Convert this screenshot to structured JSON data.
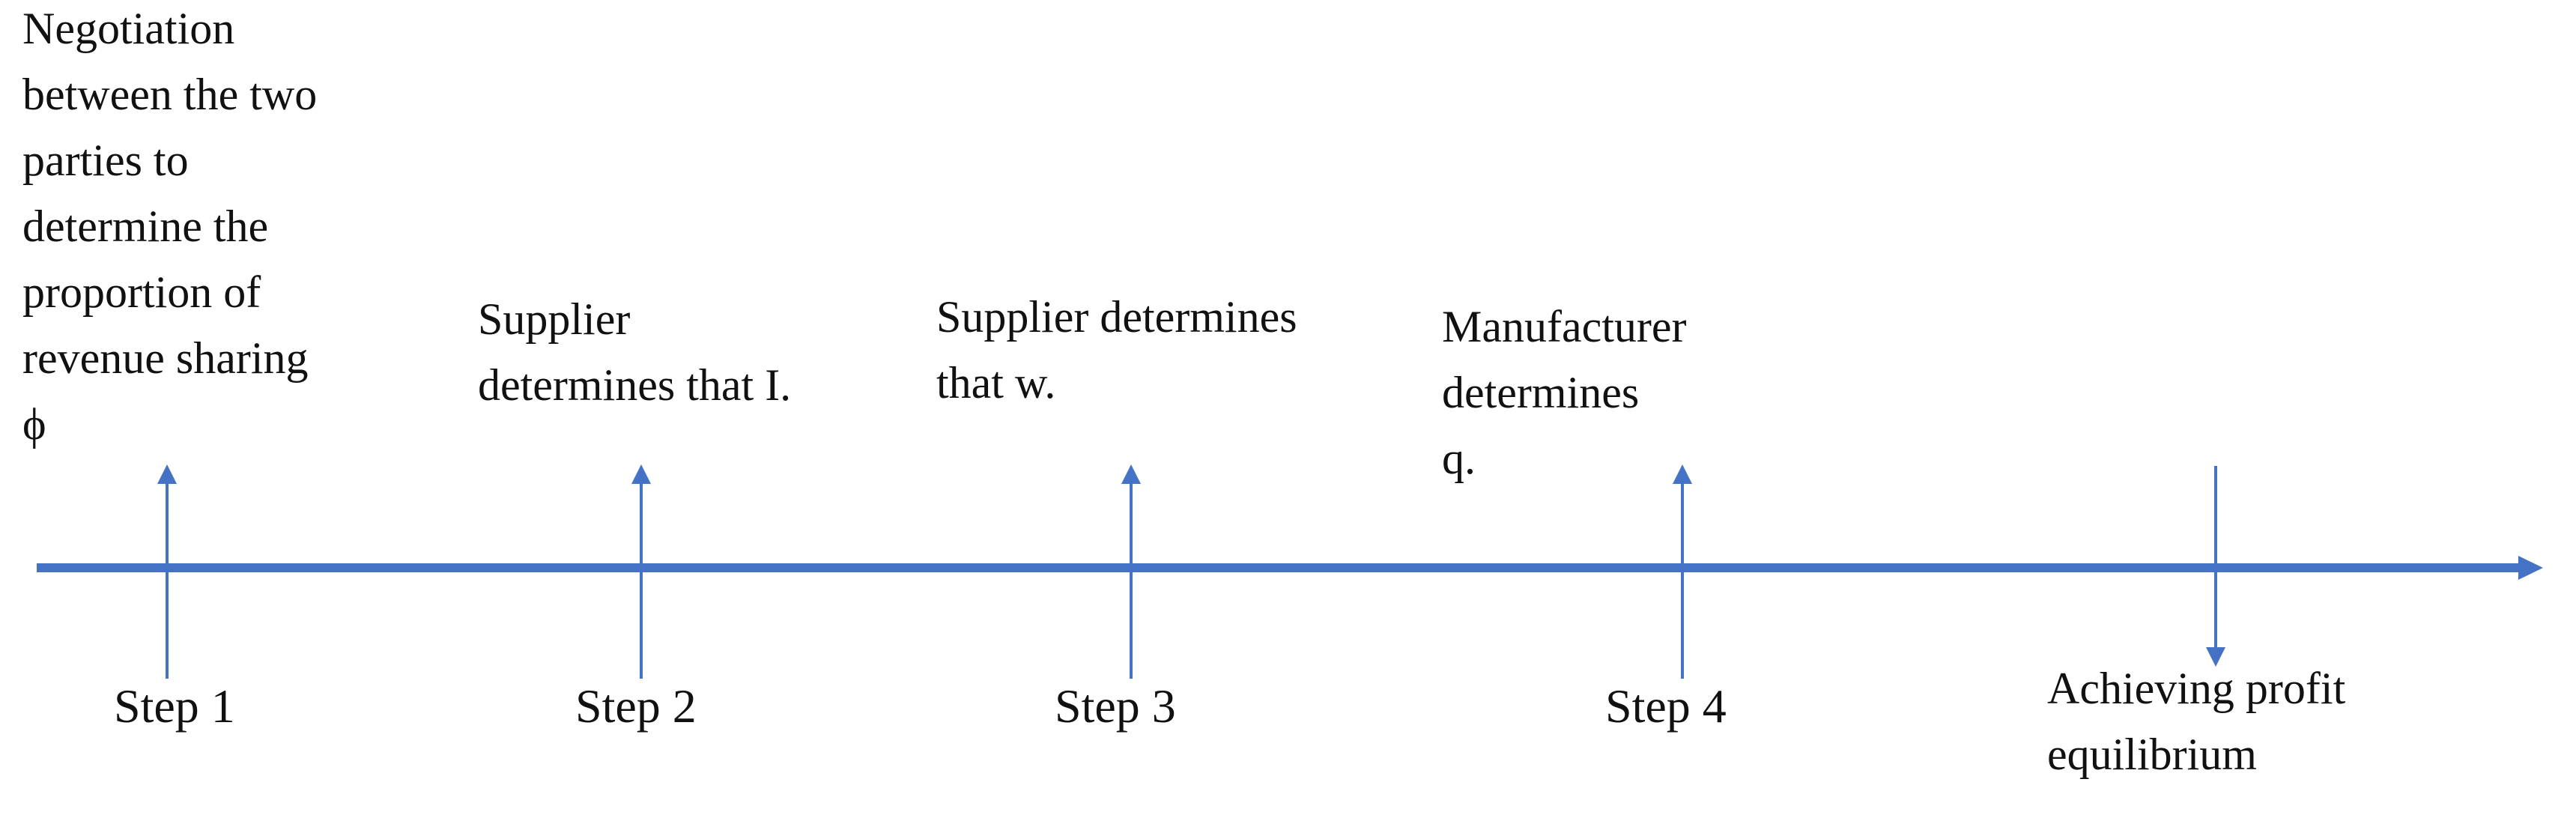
{
  "diagram": {
    "type": "timeline",
    "accent_color": "#4472C4",
    "text_color": "#111111",
    "icons": {
      "axis": "right-arrow-icon",
      "step_markers": "up-arrow-icon",
      "end_marker": "down-arrow-icon"
    },
    "annotations": {
      "step1_description": "Negotiation\nbetween the two\nparties to\ndetermine the\nproportion of\nrevenue sharing\nϕ",
      "step2_description": "Supplier\ndetermines that I.",
      "step3_description": "Supplier determines\nthat w.",
      "step4_description": "Manufacturer determines\nq.",
      "end_description": "Achieving profit\nequilibrium"
    },
    "steps": [
      {
        "label": "Step 1"
      },
      {
        "label": "Step 2"
      },
      {
        "label": "Step 3"
      },
      {
        "label": "Step 4"
      }
    ]
  }
}
